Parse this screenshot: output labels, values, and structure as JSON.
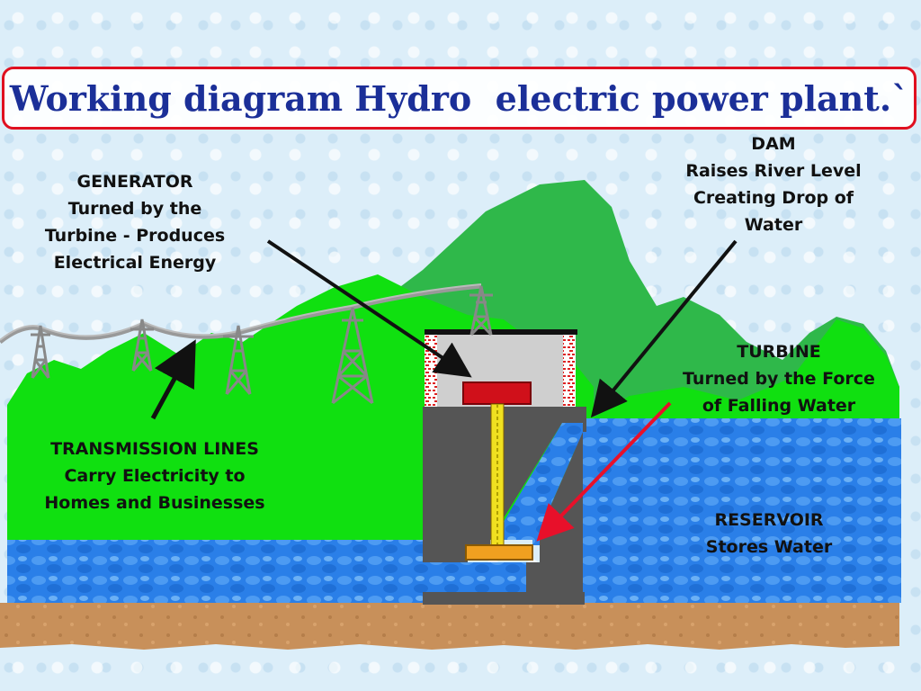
{
  "title": "Working diagram Hydro  electric power plant.`",
  "labels": {
    "generator": [
      "GENERATOR",
      "Turned by the",
      "Turbine - Produces",
      "Electrical Energy"
    ],
    "dam": [
      "DAM",
      "Raises River Level",
      "Creating Drop of",
      "Water"
    ],
    "turbine": [
      "TURBINE",
      "Turned by the Force",
      "of Falling Water"
    ],
    "transmission": [
      "TRANSMISSION LINES",
      "Carry Electricity to",
      "Homes and Businesses"
    ],
    "reservoir": [
      "RESERVOIR",
      "Stores Water"
    ]
  },
  "colors": {
    "title": "#1b2f98",
    "title_border": "#e01020",
    "hills": "#10e010",
    "mountain": "#2fb84a",
    "water": "#2a7fe8",
    "ground": "#c8905a",
    "dam": "#555555",
    "generator": "#d0101a",
    "shaft": "#f0e020",
    "turbine": "#f0a020",
    "arrow_black": "#111111",
    "arrow_red": "#e8102a"
  }
}
